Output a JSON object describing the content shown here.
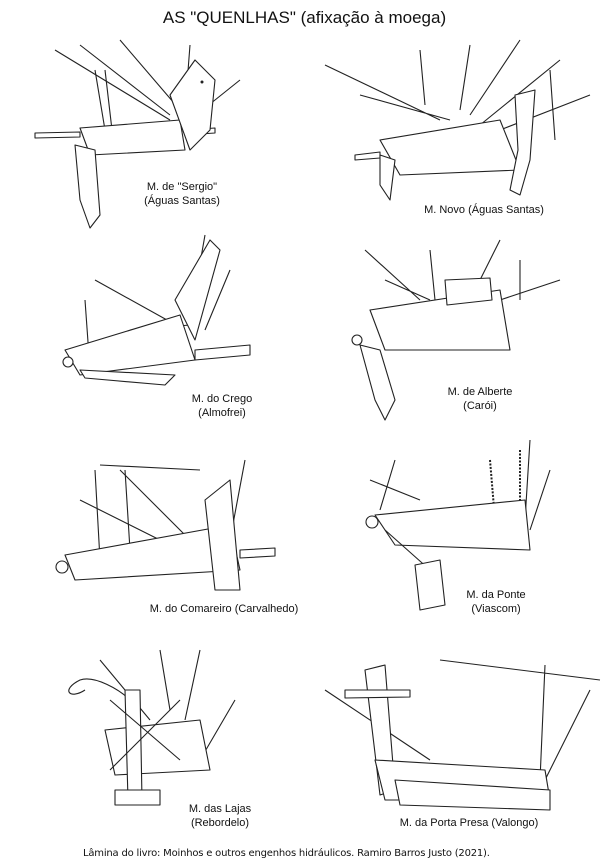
{
  "title": "AS \"QUENLHAS\" (afixação à moega)",
  "panels": [
    {
      "line1": "M. de \"Sergio\"",
      "line2": "(Águas Santas)"
    },
    {
      "line1": "M. Novo (Águas Santas)"
    },
    {
      "line1": "M. do Crego",
      "line2": "(Almofrei)"
    },
    {
      "line1": "M. de Alberte",
      "line2": "(Carói)"
    },
    {
      "line1": "M. do Comareiro (Carvalhedo)"
    },
    {
      "line1": "M. da Ponte",
      "line2": "(Viascom)"
    },
    {
      "line1": "M. das Lajas",
      "line2": "(Rebordelo)"
    },
    {
      "line1": "M. da Porta Presa (Valongo)"
    }
  ],
  "footer": "Lâmina do livro: Moinhos e outros engenhos hidráulicos. Ramiro Barros Justo (2021)."
}
